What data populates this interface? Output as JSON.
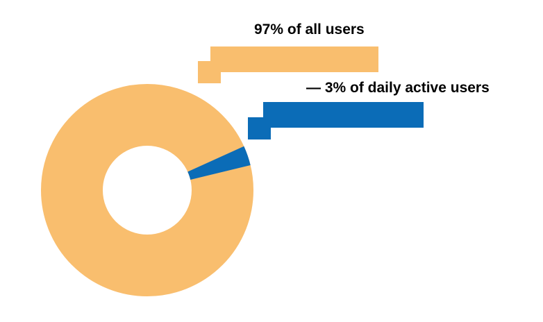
{
  "chart_data": {
    "type": "pie",
    "donut": true,
    "title": "",
    "legend": "none",
    "background": "#ffffff",
    "slices": [
      {
        "label": "97% of all users",
        "value": 97,
        "color": "#F9BE6E"
      },
      {
        "label": "— 3% of daily active users",
        "value": 3,
        "color": "#0B6CB7"
      }
    ],
    "annotations": [
      {
        "text": "97% of all users",
        "color": "#000000"
      },
      {
        "text": "— 3% of daily active users",
        "color": "#000000"
      }
    ],
    "blue_center_angle_deg": -19
  }
}
